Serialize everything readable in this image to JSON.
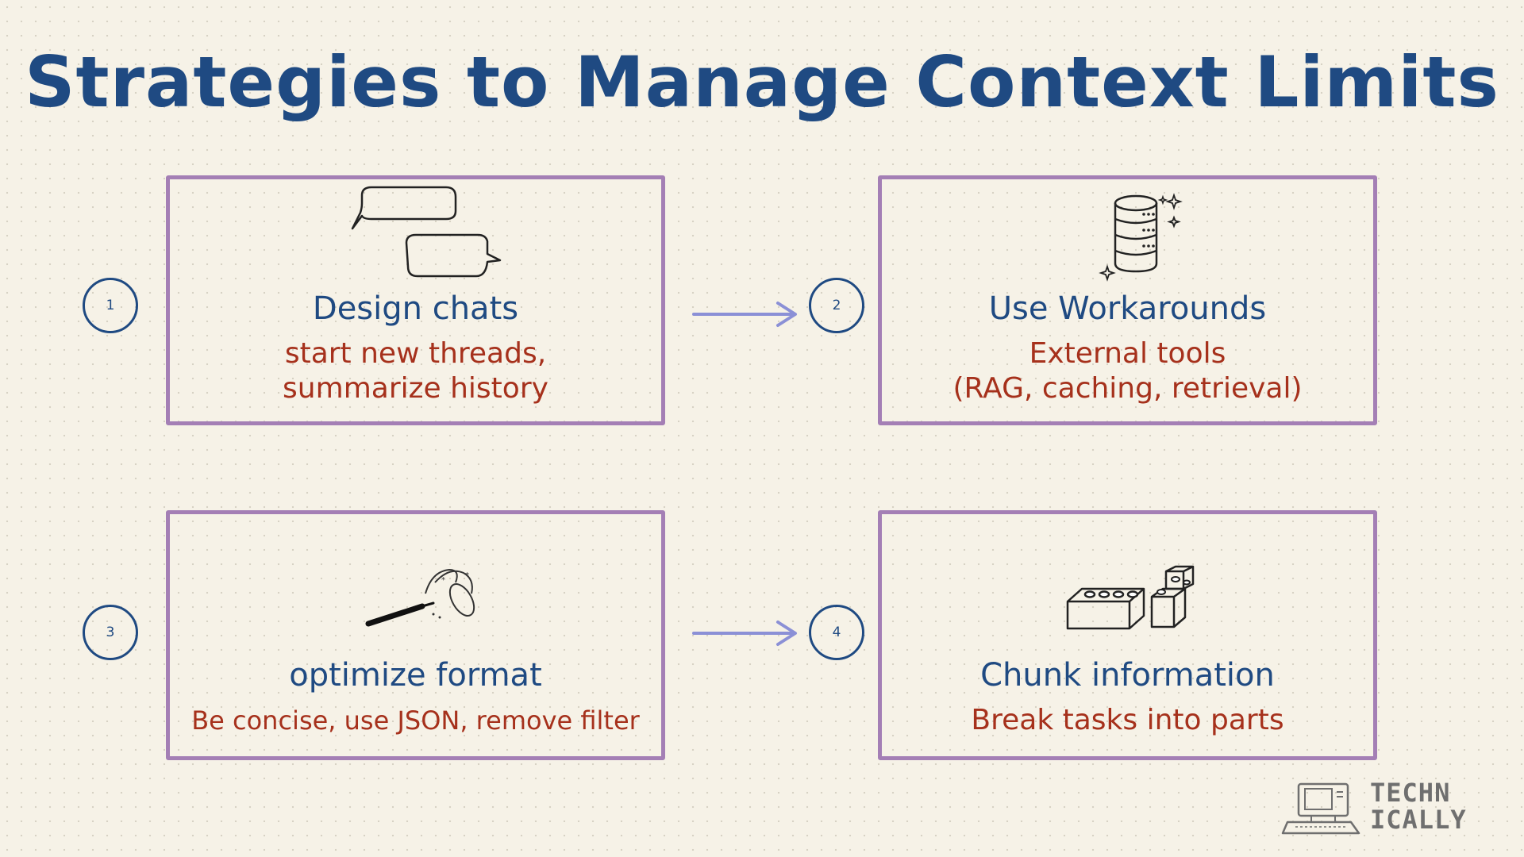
{
  "title": "Strategies to Manage Context Limits",
  "colors": {
    "title": "#1f4a82",
    "card_border": "#a47fb5",
    "description": "#a6311c",
    "arrow": "#8b90d6",
    "background": "#f6f2e7"
  },
  "steps": [
    {
      "number": "1",
      "title": "Design chats",
      "desc_line1": "start new threads,",
      "desc_line2": "summarize history",
      "icon": "chat-bubbles-icon"
    },
    {
      "number": "2",
      "title": "Use Workarounds",
      "desc_line1": "External tools",
      "desc_line2": "(RAG, caching, retrieval)",
      "icon": "database-icon"
    },
    {
      "number": "3",
      "title": "optimize format",
      "desc_line1": "Be concise, use JSON, remove filter",
      "desc_line2": "",
      "icon": "magic-wand-icon"
    },
    {
      "number": "4",
      "title": "Chunk information",
      "desc_line1": "Break tasks into parts",
      "desc_line2": "",
      "icon": "building-blocks-icon"
    }
  ],
  "logo": {
    "line1": "TECHN",
    "line2": "ICALLY",
    "icon": "retro-computer-icon"
  }
}
